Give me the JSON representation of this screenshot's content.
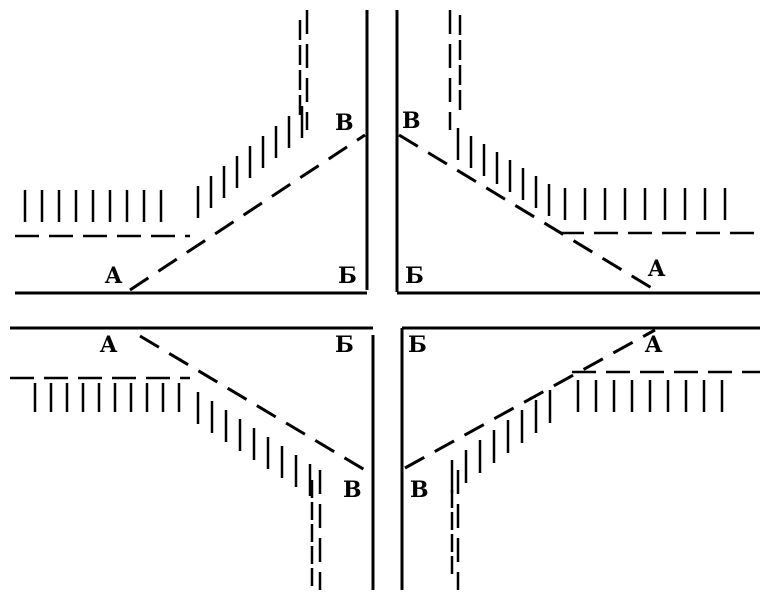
{
  "labels": {
    "top_left": {
      "a": "A",
      "b": "Б",
      "v": "В"
    },
    "top_right": {
      "a": "A",
      "b": "Б",
      "v": "В"
    },
    "bottom_left": {
      "a": "A",
      "b": "Б",
      "v": "В"
    },
    "bottom_right": {
      "a": "A",
      "b": "Б",
      "v": "В"
    }
  }
}
